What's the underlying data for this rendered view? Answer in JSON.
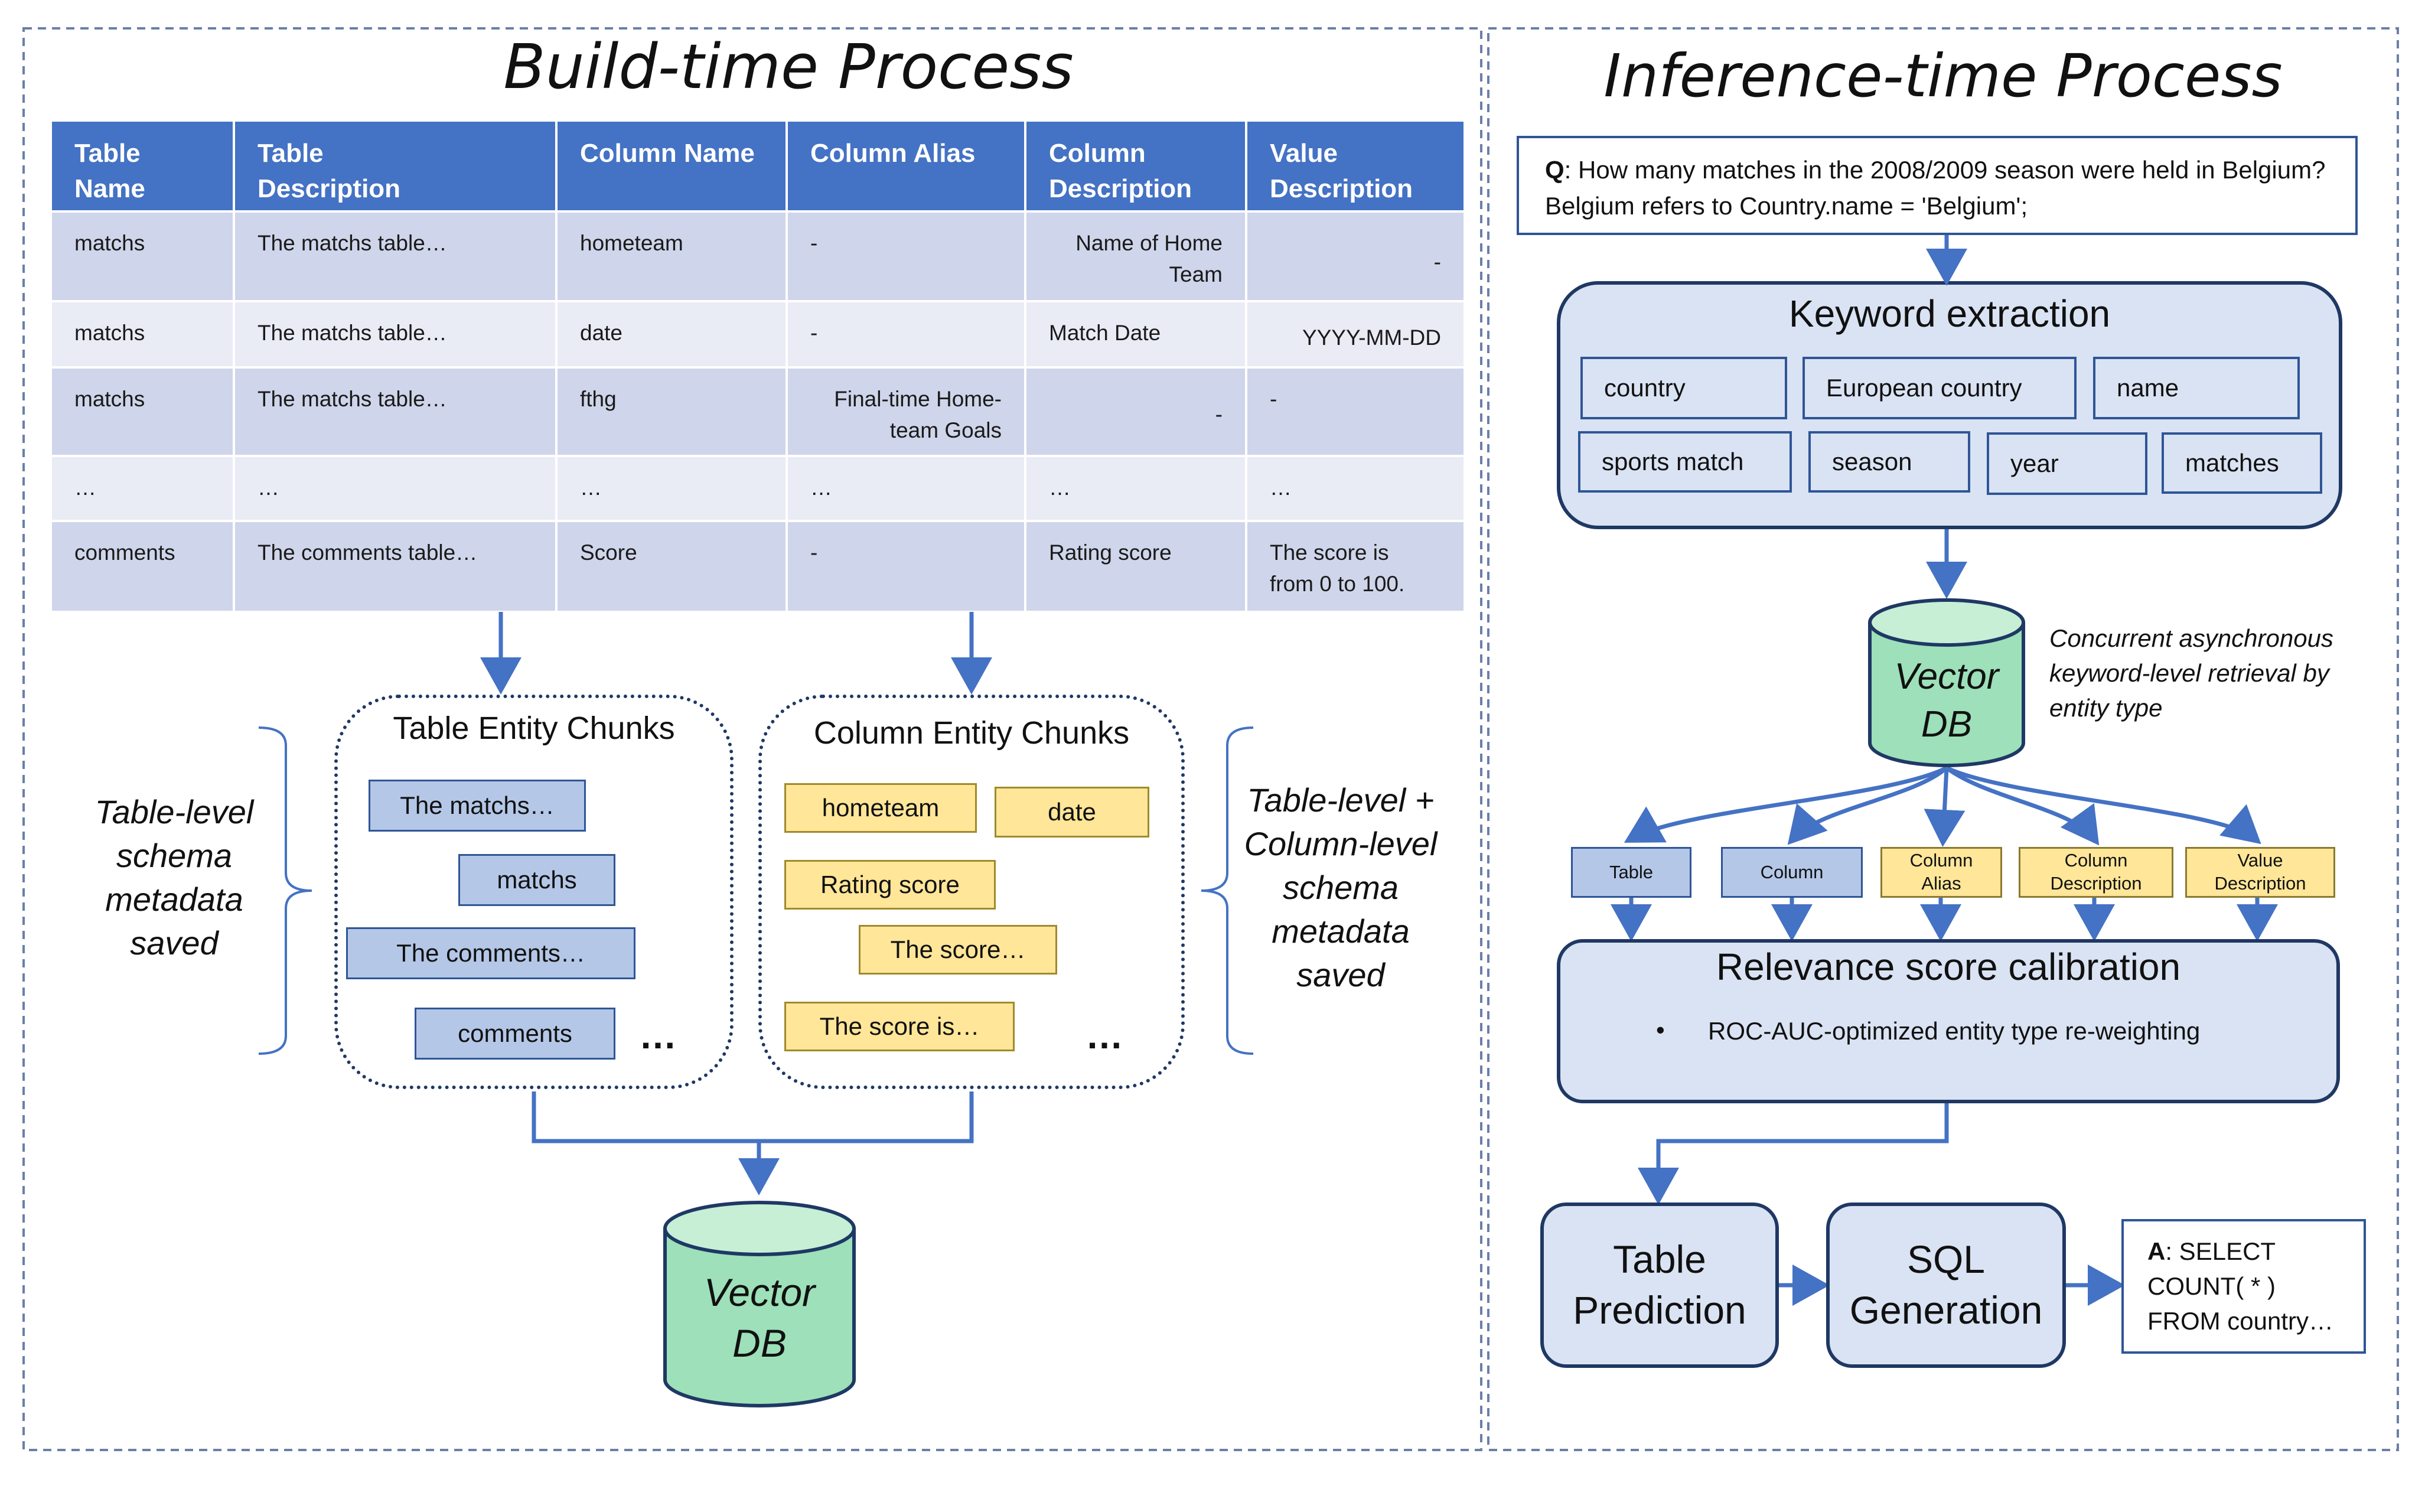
{
  "build": {
    "title": "Build-time Process",
    "table": {
      "headers": [
        [
          "Table",
          "Name"
        ],
        [
          "Table",
          "Description"
        ],
        [
          "Column Name"
        ],
        [
          "Column Alias"
        ],
        [
          "Column",
          "Description"
        ],
        [
          "Value",
          "Description"
        ]
      ],
      "rows": [
        [
          [
            "matchs"
          ],
          [
            "The matchs table…"
          ],
          [
            "hometeam"
          ],
          [
            "-"
          ],
          [
            "Name of Home",
            "Team"
          ],
          [
            "-"
          ]
        ],
        [
          [
            "matchs"
          ],
          [
            "The matchs table…"
          ],
          [
            "date"
          ],
          [
            "-"
          ],
          [
            "Match Date"
          ],
          [
            "YYYY-MM-DD"
          ]
        ],
        [
          [
            "matchs"
          ],
          [
            "The matchs table…"
          ],
          [
            "fthg"
          ],
          [
            "Final-time Home-",
            "team Goals"
          ],
          [
            "-"
          ],
          [
            "-"
          ]
        ],
        [
          [
            "…"
          ],
          [
            "…"
          ],
          [
            "…"
          ],
          [
            "…"
          ],
          [
            "…"
          ],
          [
            "…"
          ]
        ],
        [
          [
            "comments"
          ],
          [
            "The comments table…"
          ],
          [
            "Score"
          ],
          [
            "-"
          ],
          [
            "Rating score"
          ],
          [
            "The score is",
            "from 0 to 100."
          ]
        ]
      ]
    },
    "table_chunks": {
      "title": "Table Entity Chunks",
      "items": [
        "The matchs…",
        "matchs",
        "The comments…",
        "comments"
      ],
      "more": "…"
    },
    "column_chunks": {
      "title": "Column Entity Chunks",
      "items": [
        "hometeam",
        "date",
        "Rating score",
        "The score…",
        "The score is…"
      ],
      "more": "…"
    },
    "left_label": [
      "Table-level",
      "schema",
      "metadata",
      "saved"
    ],
    "right_label": [
      "Table-level +",
      "Column-level",
      "schema",
      "metadata",
      "saved"
    ],
    "vector_db": [
      "Vector",
      "DB"
    ]
  },
  "inference": {
    "title": "Inference-time Process",
    "question": {
      "prefix": "Q",
      "text": ": How many matches in the 2008/2009 season were held in Belgium? Belgium refers to Country.name = 'Belgium';"
    },
    "keyword_extraction": {
      "title": "Keyword extraction",
      "keywords": [
        "country",
        "European country",
        "name",
        "sports match",
        "season",
        "year",
        "matches"
      ]
    },
    "vector_db": [
      "Vector",
      "DB"
    ],
    "retrieval_note": [
      "Concurrent asynchronous",
      "keyword-level retrieval by",
      "entity type"
    ],
    "entity_types": [
      {
        "label": [
          "Table"
        ],
        "color": "blue"
      },
      {
        "label": [
          "Column"
        ],
        "color": "blue"
      },
      {
        "label": [
          "Column",
          "Alias"
        ],
        "color": "yellow"
      },
      {
        "label": [
          "Column",
          "Description"
        ],
        "color": "yellow"
      },
      {
        "label": [
          "Value",
          "Description"
        ],
        "color": "yellow"
      }
    ],
    "calibration": {
      "title": "Relevance score calibration",
      "bullet": "•",
      "point": "ROC-AUC-optimized entity type re-weighting"
    },
    "table_prediction": [
      "Table",
      "Prediction"
    ],
    "sql_generation": [
      "SQL",
      "Generation"
    ],
    "answer": {
      "prefix": "A",
      "lines": [
        ": SELECT",
        "COUNT( * )",
        "FROM country…"
      ]
    }
  },
  "colors": {
    "header_blue": "#4472c4",
    "row_dark": "#cfd5ea",
    "row_light": "#e9ebf5",
    "chunk_blue": "#b4c7e7",
    "chunk_yellow": "#ffe699",
    "panel_blue": "#dae3f3",
    "db_green": "#9de0b9",
    "arrow": "#4472c4",
    "border_navy": "#1f3864"
  }
}
